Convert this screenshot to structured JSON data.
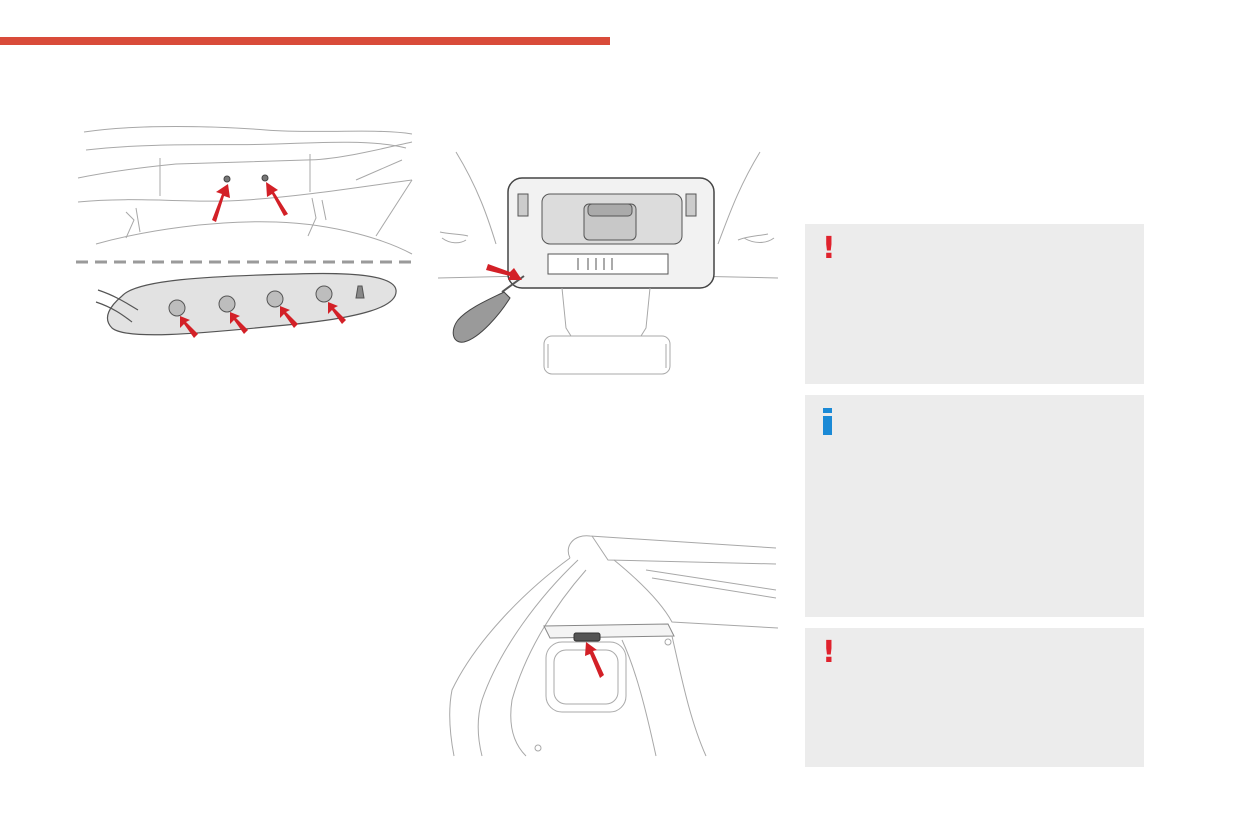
{
  "colors": {
    "accent": "#d94b3a",
    "warning": "#e0222d",
    "info": "#1b8ad6",
    "box_background": "#ececec",
    "arrow": "#d32027",
    "line_art": "#9a9a9a"
  },
  "header": {
    "bar_icon": "section-color-bar"
  },
  "illustrations": [
    {
      "name": "rear-lamp-fixing-points",
      "icon": "line-drawing"
    },
    {
      "name": "courtesy-lamp-removal-screwdriver",
      "icon": "line-drawing"
    },
    {
      "name": "boot-lamp-location",
      "icon": "line-drawing"
    }
  ],
  "notes": [
    {
      "type": "warning",
      "icon": "exclamation-icon",
      "symbol": "!"
    },
    {
      "type": "info",
      "icon": "info-icon"
    },
    {
      "type": "warning",
      "icon": "exclamation-icon",
      "symbol": "!"
    }
  ]
}
